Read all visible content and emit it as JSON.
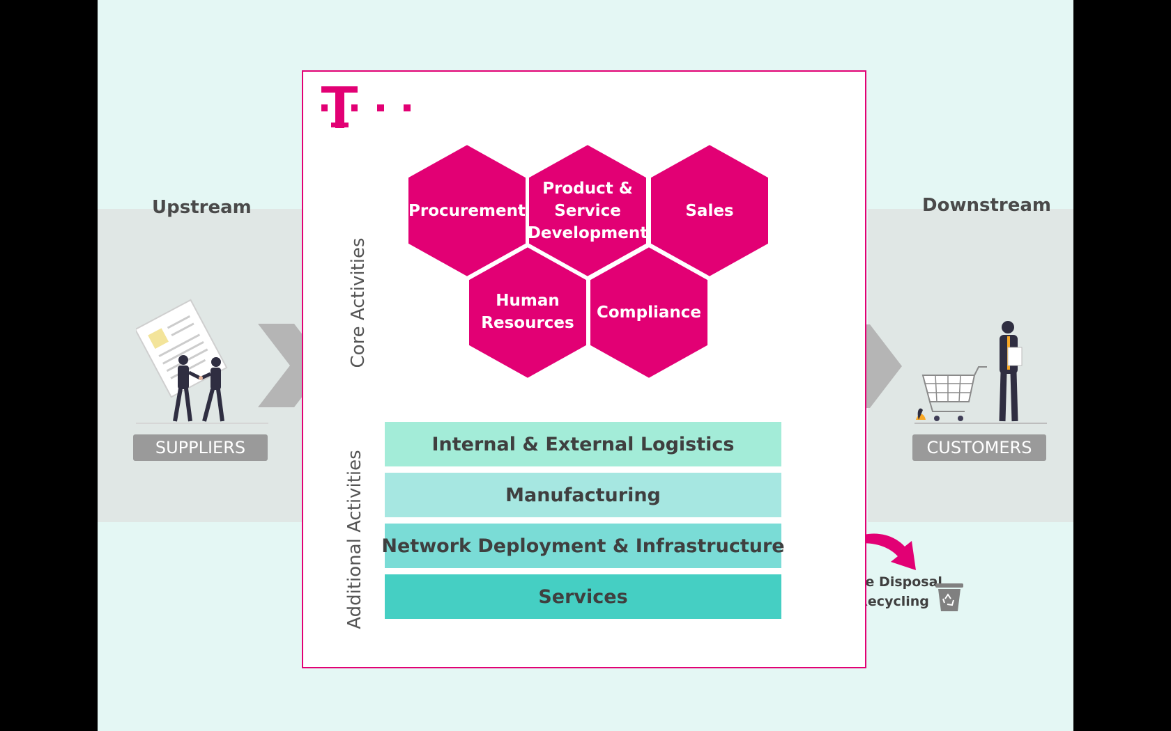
{
  "upstream": {
    "title": "Upstream",
    "label": "SUPPLIERS"
  },
  "downstream": {
    "title": "Downstream",
    "label": "CUSTOMERS"
  },
  "main": {
    "core_label": "Core Activities",
    "additional_label": "Additional Activities",
    "core_activities": [
      "Procurement",
      "Product & Service Development",
      "Sales",
      "Human Resources",
      "Compliance"
    ],
    "additional_activities": [
      "Internal & External Logistics",
      "Manufacturing",
      "Network Deployment & Infrastructure",
      "Services"
    ]
  },
  "waste": {
    "label": "Waste Disposal & Recycling"
  },
  "colors": {
    "magenta": "#e20074",
    "background": "#e4f7f4",
    "band": "#e0e7e5",
    "bar_1": "#a3ecd8",
    "bar_2": "#a6e7e1",
    "bar_3": "#7adcd6",
    "bar_4": "#45cfc3",
    "label_grey": "#9a9a9a"
  },
  "icons": [
    "telekom-logo-icon",
    "handshake-contract-icon",
    "shopping-cart-customer-icon",
    "chevron-right-icon",
    "curved-arrow-icon",
    "recycle-bin-icon"
  ]
}
